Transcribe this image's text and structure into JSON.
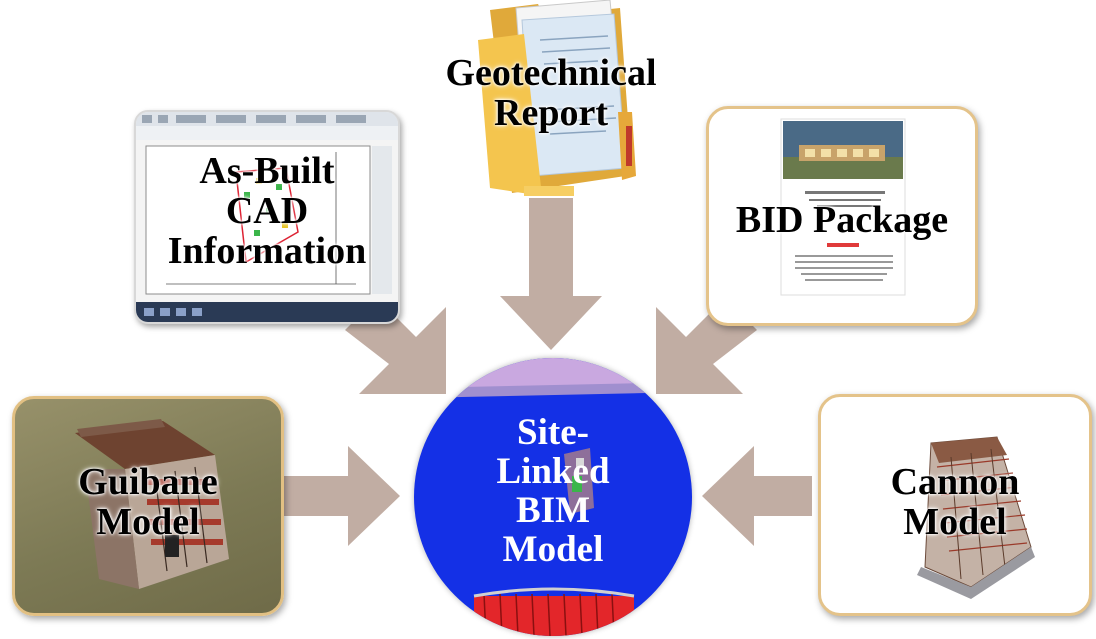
{
  "diagram": {
    "center": {
      "label": "Site-\nLinked\nBIM\nModel",
      "fill": "#1430e6",
      "text_color": "#ffffff"
    },
    "sources": [
      {
        "id": "geotechnical",
        "label": "Geotechnical\nReport",
        "icon": "folder-icon"
      },
      {
        "id": "as-built-cad",
        "label": "As-Built\nCAD\nInformation",
        "icon": "cad-screenshot"
      },
      {
        "id": "bid-package",
        "label": "BID Package",
        "icon": "document-cover"
      },
      {
        "id": "guibane-model",
        "label": "Guibane\nModel",
        "icon": "building-model"
      },
      {
        "id": "cannon-model",
        "label": "Cannon\nModel",
        "icon": "building-model"
      }
    ],
    "colors": {
      "arrow": "#c1ada3",
      "card_border": "#e4c38a",
      "guibane_background": "#7d7a55",
      "folder": "#f2c24e"
    }
  }
}
